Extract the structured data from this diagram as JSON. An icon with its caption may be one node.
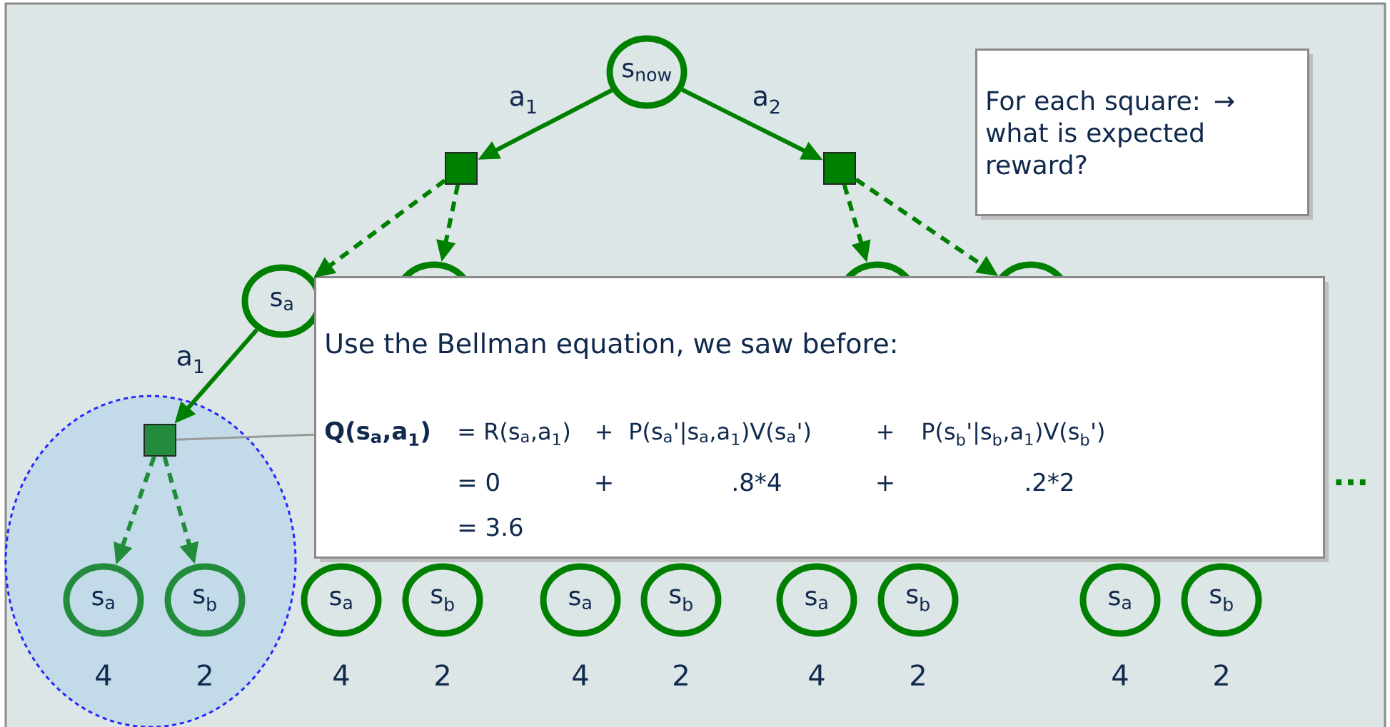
{
  "diagram": {
    "nodes": [
      {
        "text": [
          "s$_{now}$"
        ]
      },
      {
        "text": [],
        "shape": "box"
      },
      {
        "text": [],
        "shape": "box"
      },
      {
        "text": [
          "For each square: → what is expected reward?"
        ]
      },
      {
        "text": [
          "s$_{a}$"
        ]
      },
      {
        "text": [],
        "shape": "circle"
      },
      {
        "text": [],
        "shape": "circle"
      },
      {
        "text": [],
        "shape": "circle"
      },
      {
        "text": [
          "Use the Bellman equation, we saw before:",
          "Q(s$_{a}$,a$_{1}$)",
          "= R(s$_{a}$,a$_{1}$)",
          "+",
          "P(s$_{a}$'|s$_{a}$,a$_{1}$)V(s$_{a}$')",
          "+",
          "P(s$_{b}$'|s$_{b}$,a$_{1}$)V(s$_{b}$')",
          "= 0",
          "+",
          ".8*4",
          "+",
          ".2*2",
          "= 3.6"
        ]
      },
      {
        "text": [],
        "shape": "circle"
      },
      {
        "text": [],
        "shape": "box",
        "in": 9
      },
      {
        "text": [
          "s$_{a}$"
        ],
        "beside": [
          "4"
        ],
        "in": 9
      },
      {
        "text": [
          "s$_{b}$"
        ],
        "beside": [
          "2"
        ],
        "in": 9
      },
      {
        "text": [
          "s$_{a}$"
        ],
        "beside": [
          "4"
        ]
      },
      {
        "text": [
          "s$_{b}$"
        ],
        "beside": [
          "2"
        ]
      },
      {
        "text": [
          "s$_{a}$"
        ],
        "beside": [
          "4"
        ]
      },
      {
        "text": [
          "s$_{b}$"
        ],
        "beside": [
          "2"
        ]
      },
      {
        "text": [
          "s$_{a}$"
        ],
        "beside": [
          "4"
        ]
      },
      {
        "text": [
          "s$_{b}$"
        ],
        "beside": [
          "2"
        ]
      },
      {
        "text": [
          "s$_{a}$"
        ],
        "beside": [
          "4"
        ]
      },
      {
        "text": [
          "s$_{b}$"
        ],
        "beside": [
          "2"
        ]
      }
    ],
    "edges": [
      {
        "from": 0,
        "to": 1,
        "arrow": "to",
        "label": "a$_{1}$"
      },
      {
        "from": 0,
        "to": 2,
        "arrow": "to",
        "label": "a$_{2}$"
      },
      {
        "from": 1,
        "to": 4,
        "arrow": "to",
        "style": "dashed"
      },
      {
        "from": 1,
        "to": 5,
        "arrow": "to",
        "style": "dashed"
      },
      {
        "from": 2,
        "to": 6,
        "arrow": "to",
        "style": "dashed"
      },
      {
        "from": 2,
        "to": 7,
        "arrow": "to",
        "style": "dashed"
      },
      {
        "from": 4,
        "to": 10,
        "arrow": "to",
        "label": "a$_{1}$"
      },
      {
        "from": 10,
        "to": 11,
        "arrow": "to",
        "style": "dashed",
        "color": "#238c3c"
      },
      {
        "from": 10,
        "to": 12,
        "arrow": "to",
        "style": "dashed",
        "color": "#238c3c"
      },
      {
        "from": 10,
        "to": 8,
        "arrow": "none",
        "color": "#999999"
      }
    ],
    "labels": [
      "..."
    ]
  }
}
